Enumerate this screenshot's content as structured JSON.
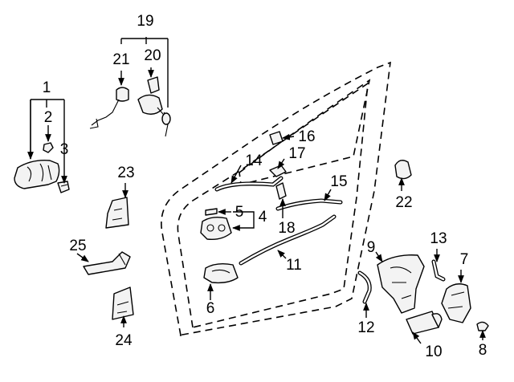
{
  "diagram": {
    "type": "exploded-parts-diagram",
    "callouts": [
      {
        "id": "1",
        "text": "1"
      },
      {
        "id": "2",
        "text": "2"
      },
      {
        "id": "3",
        "text": "3"
      },
      {
        "id": "4",
        "text": "4"
      },
      {
        "id": "5",
        "text": "5"
      },
      {
        "id": "6",
        "text": "6"
      },
      {
        "id": "7",
        "text": "7"
      },
      {
        "id": "8",
        "text": "8"
      },
      {
        "id": "9",
        "text": "9"
      },
      {
        "id": "10",
        "text": "10"
      },
      {
        "id": "11",
        "text": "11"
      },
      {
        "id": "12",
        "text": "12"
      },
      {
        "id": "13",
        "text": "13"
      },
      {
        "id": "14",
        "text": "14"
      },
      {
        "id": "15",
        "text": "15"
      },
      {
        "id": "16",
        "text": "16"
      },
      {
        "id": "17",
        "text": "17"
      },
      {
        "id": "18",
        "text": "18"
      },
      {
        "id": "19",
        "text": "19"
      },
      {
        "id": "20",
        "text": "20"
      },
      {
        "id": "21",
        "text": "21"
      },
      {
        "id": "22",
        "text": "22"
      },
      {
        "id": "23",
        "text": "23"
      },
      {
        "id": "24",
        "text": "24"
      },
      {
        "id": "25",
        "text": "25"
      }
    ]
  }
}
